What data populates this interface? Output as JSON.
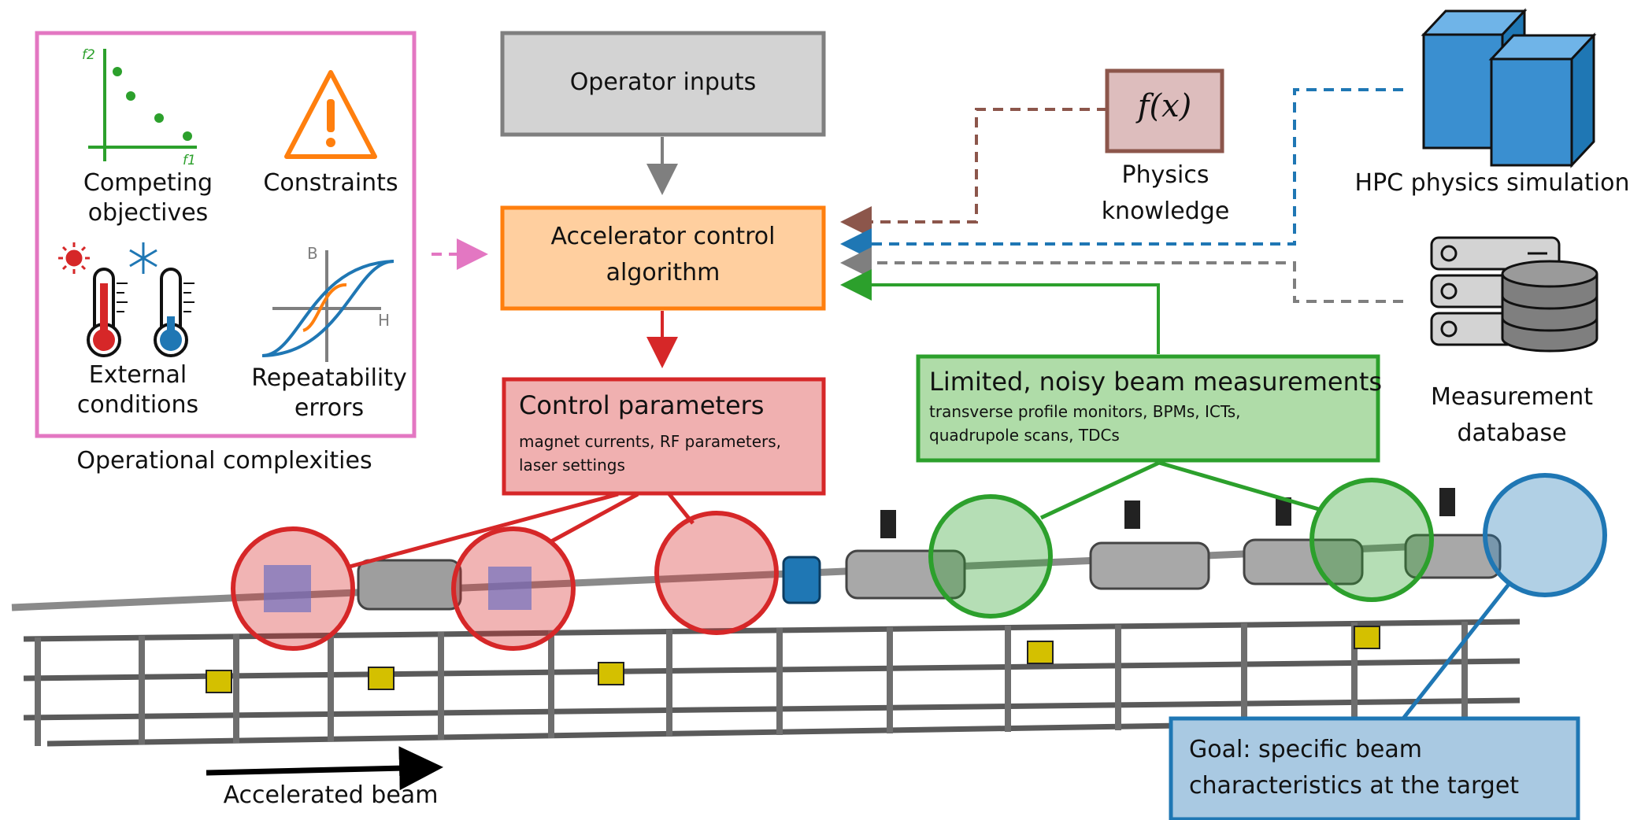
{
  "complexities": {
    "caption": "Operational complexities",
    "competing_objectives": "Competing objectives",
    "f2_label": "f2",
    "f1_label": "f1",
    "constraints": "Constraints",
    "external_conditions": "External conditions",
    "repeatability_errors": "Repeatability errors",
    "axis_b": "B",
    "axis_h": "H"
  },
  "operator_inputs": "Operator inputs",
  "control_algorithm": "Accelerator control algorithm",
  "physics": {
    "formula": "f(x)",
    "label": "Physics knowledge"
  },
  "hpc": "HPC physics simulation",
  "measurement_db": "Measurement database",
  "control_params": {
    "title": "Control parameters",
    "details": "magnet currents, RF parameters, laser settings"
  },
  "measurements": {
    "title": "Limited, noisy beam measurements",
    "details": "transverse profile monitors, BPMs, ICTs, quadrupole scans, TDCs"
  },
  "goal": "Goal: specific beam characteristics at the target",
  "beam_arrow": "Accelerated beam",
  "colors": {
    "pink": "#e377c2",
    "orange": "#ff7f0e",
    "red": "#d62728",
    "green": "#2ca02c",
    "blue": "#1f77b4",
    "brown": "#8c564b",
    "gray": "#7f7f7f"
  }
}
